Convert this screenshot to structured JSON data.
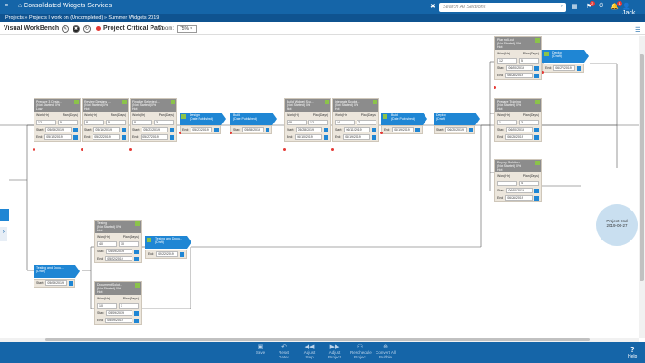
{
  "app": {
    "title": "Consolidated Widgets Services",
    "search_placeholder": "Search All Sections",
    "user_name": "Jack",
    "notif_count_1": "2",
    "notif_count_2": "1"
  },
  "breadcrumb": "Projects » Projects I work on (Uncompleted) » Summer Widgets 2019",
  "toolbar": {
    "title": "Visual WorkBench",
    "critical_path": "Project Critical Path",
    "zoom_label": "Zoom:",
    "zoom_value": "75%"
  },
  "labels": {
    "work_hr": "Work(Hr)",
    "plan_days": "Plan(Days)",
    "start": "Start:",
    "end": "End:"
  },
  "tasks": [
    {
      "name": "Prepare 3 Desig...",
      "sub1": "(Not Started) 0%",
      "sub2": "Low",
      "work": "12",
      "plan": "5",
      "start": "05/09/2019",
      "end": "05/15/2019"
    },
    {
      "name": "Review Designs ...",
      "sub1": "(Not Started) 0%",
      "sub2": "Hot",
      "work": "8",
      "plan": "5",
      "start": "05/16/2019",
      "end": "05/22/2019"
    },
    {
      "name": "Finalize Selected...",
      "sub1": "(Not Started) 0%",
      "sub2": "Hot",
      "work": "8",
      "plan": "3",
      "start": "05/23/2019",
      "end": "05/27/2019"
    },
    {
      "name": "Build Widget Scu...",
      "sub1": "(Not Started) 0%",
      "sub2": "Hot",
      "work": "48",
      "plan": "12",
      "start": "05/28/2019",
      "end": "06/10/2019"
    },
    {
      "name": "Integrate Sculpt...",
      "sub1": "(Not Started) 0%",
      "sub2": "Hot",
      "work": "14",
      "plan": "7",
      "start": "06/11/2019",
      "end": "06/19/2019"
    },
    {
      "name": "Plan roll-out",
      "sub1": "(Not Started) 0%",
      "sub2": "Hot",
      "work": "12",
      "plan": "5",
      "start": "06/20/2019",
      "end": "06/26/2019"
    },
    {
      "name": "Prepare Training",
      "sub1": "(Not Started) 0%",
      "sub2": "Hot",
      "work": "1",
      "plan": "3",
      "start": "06/20/2019",
      "end": "06/25/2019"
    },
    {
      "name": "Deploy Solution",
      "sub1": "(Not Started) 0%",
      "sub2": "Hot",
      "work": "",
      "plan": "4",
      "start": "06/20/2019",
      "end": "06/26/2019"
    },
    {
      "name": "Testing",
      "sub1": "(Not Started) 0%",
      "sub2": "Hot",
      "work": "40",
      "plan": "10",
      "start": "05/09/2019",
      "end": "05/22/2019"
    },
    {
      "name": "Document Solut...",
      "sub1": "(Not Started) 0%",
      "sub2": "Hot",
      "work": "10",
      "plan": "1",
      "start": "05/09/2019",
      "end": "05/09/2019"
    }
  ],
  "milestones": [
    {
      "name": "Design",
      "sub": "(Date Published)",
      "date": "05/27/2019",
      "label": "End:"
    },
    {
      "name": "Build",
      "sub": "(Date Published)",
      "date": "05/28/2019",
      "label": "Start:"
    },
    {
      "name": "Build",
      "sub": "(Date Published)",
      "date": "06/19/2019",
      "label": "End:"
    },
    {
      "name": "Deploy",
      "sub": "(Draft)",
      "date": "06/20/2019",
      "label": "Start:"
    },
    {
      "name": "Deploy",
      "sub": "(Draft)",
      "date": "06/27/2019",
      "label": "End:"
    },
    {
      "name": "Testing and Docu...",
      "sub": "(Draft)",
      "date": "05/09/2019",
      "label": "Start:"
    },
    {
      "name": "Testing and Docu...",
      "sub": "(Draft)",
      "date": "05/22/2019",
      "label": "End:"
    }
  ],
  "project_end": {
    "label": "Project End",
    "date": "2019-06-27"
  },
  "bottom": {
    "save": "Save",
    "reset": "Reset Dates",
    "adjust": "Adjust Step",
    "adjust_project": "Adjust Project",
    "reschedule": "Reschedule Project",
    "convert": "Convert All Bubble",
    "help": "Help"
  }
}
